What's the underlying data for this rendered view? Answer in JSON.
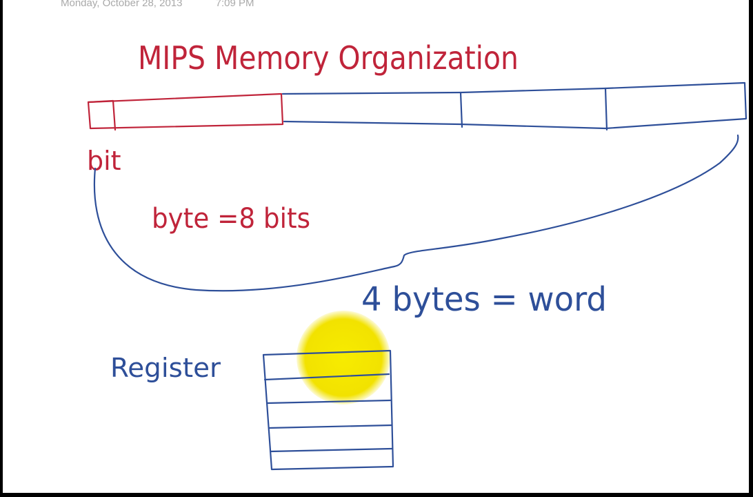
{
  "header": {
    "date": "Monday, October 28, 2013",
    "time": "7:09 PM"
  },
  "note": {
    "title": "MIPS Memory Organization",
    "bit_label": "bit",
    "byte_label": "byte =8 bits",
    "word_label": "4 bytes = word",
    "register_label": "Register"
  },
  "colors": {
    "red_ink": "#c0243a",
    "blue_ink": "#2e4f99",
    "pointer_highlight": "#f5e400"
  }
}
